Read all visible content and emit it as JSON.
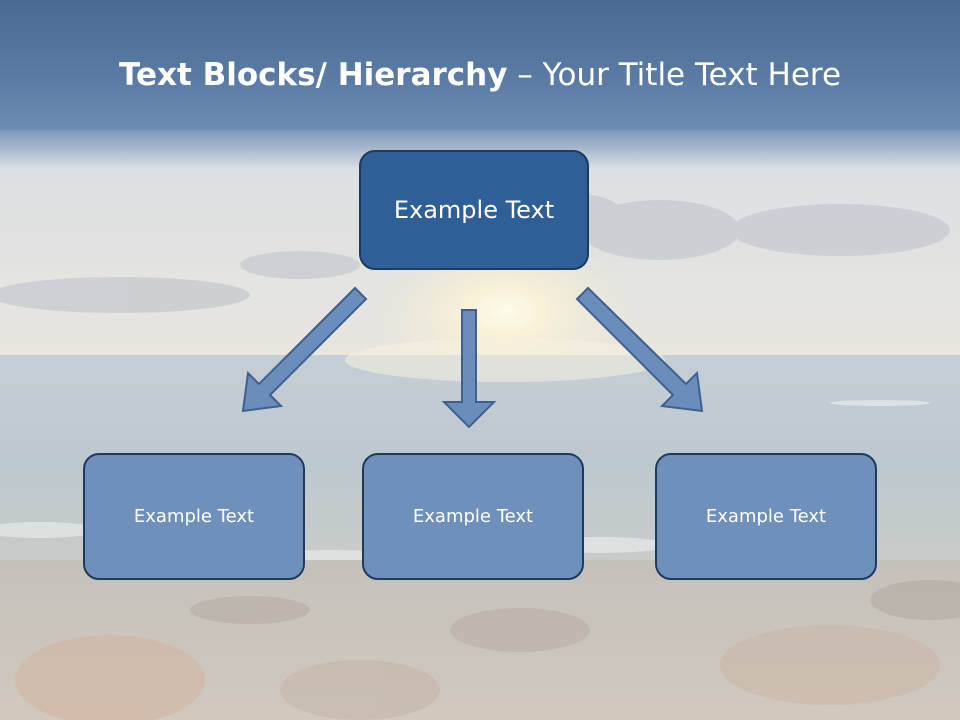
{
  "title": {
    "bold": "Text Blocks/ Hierarchy",
    "rest": " – Your Title Text Here"
  },
  "diagram": {
    "type": "hierarchy",
    "root": {
      "label": "Example Text"
    },
    "children": [
      {
        "label": "Example Text"
      },
      {
        "label": "Example Text"
      },
      {
        "label": "Example Text"
      }
    ]
  },
  "colors": {
    "title_band": "#5a7ba4",
    "root_fill": "#2f5f97",
    "child_fill": "#6f90ba",
    "border": "#1f3a5f",
    "arrow_fill": "#6a8dbb",
    "text": "#ffffff"
  }
}
